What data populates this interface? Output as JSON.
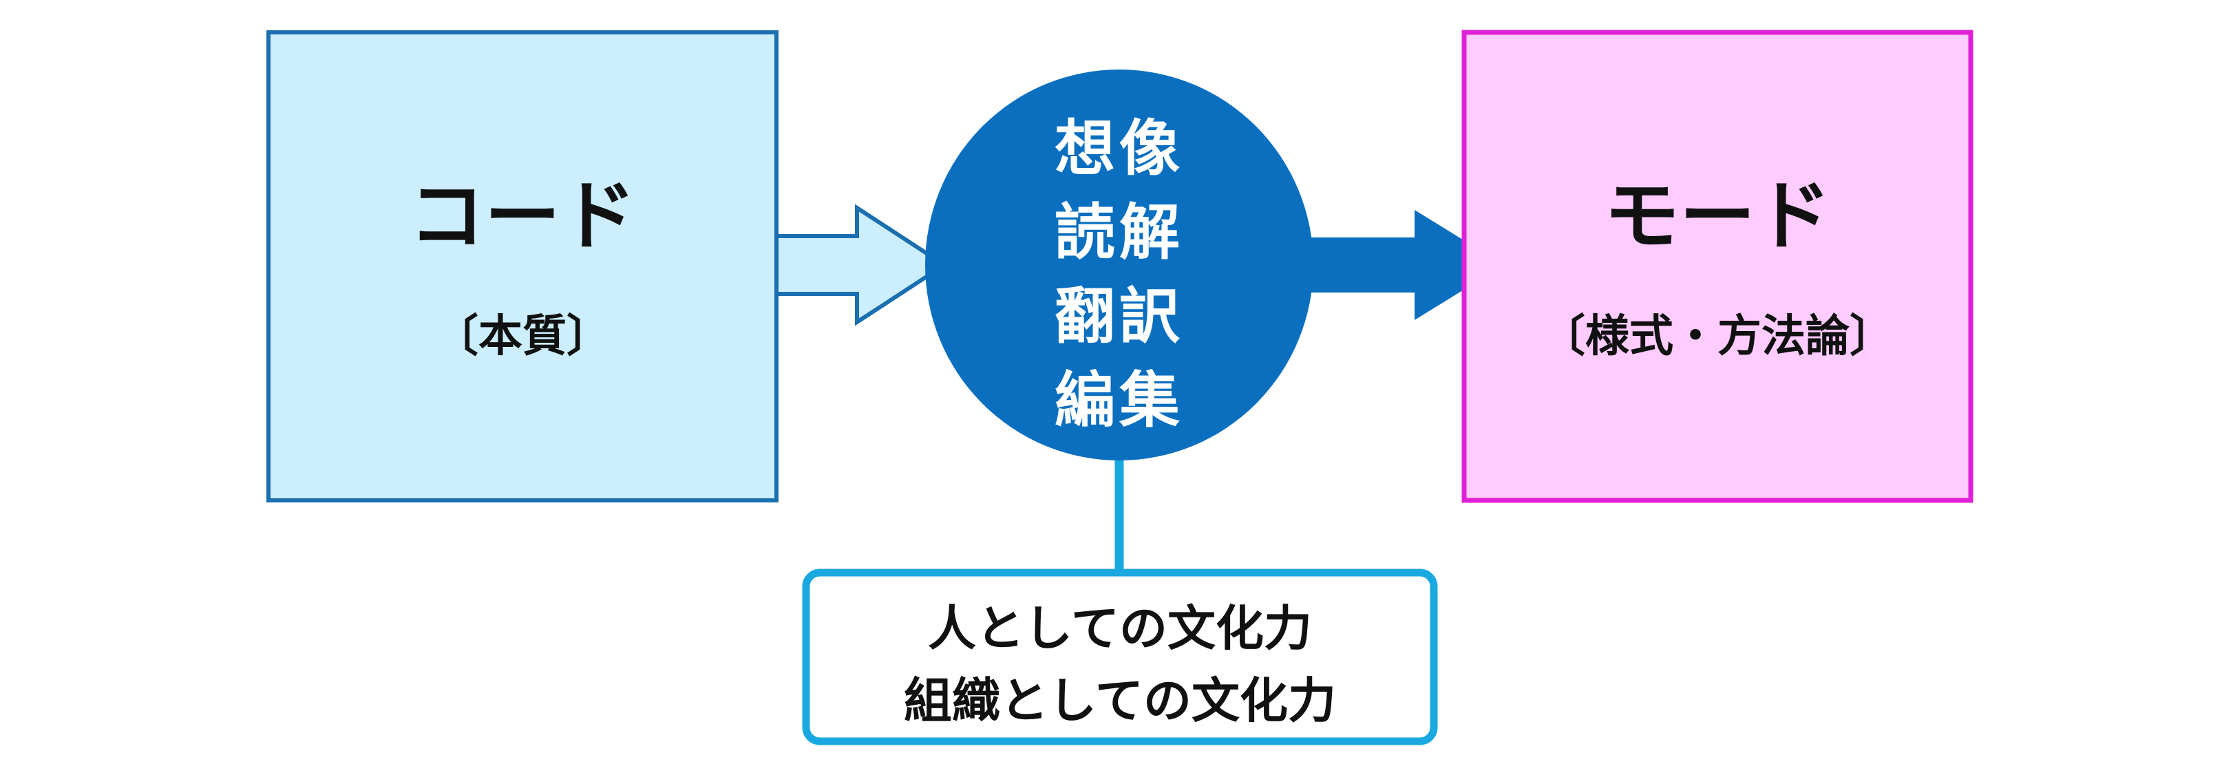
{
  "diagram": {
    "code_box": {
      "title": "コード",
      "subtitle": "〔本質〕"
    },
    "mode_box": {
      "title": "モード",
      "subtitle": "〔様式・方法論〕"
    },
    "process_circle": {
      "lines": [
        "想像",
        "読解",
        "翻訳",
        "編集"
      ]
    },
    "culture_box": {
      "lines": [
        "人としての文化力",
        "組織としての文化力"
      ]
    },
    "colors": {
      "code_fill": "#cceeff",
      "code_stroke": "#1a6fb0",
      "mode_fill": "#ffccff",
      "mode_stroke": "#e020d8",
      "circle_fill": "#0b6fc0",
      "left_arrow_fill": "#cceeff",
      "left_arrow_stroke": "#1a6fb0",
      "right_arrow_fill": "#0b6fc0",
      "culture_stroke": "#1aa8e0",
      "connector": "#1aa8e0",
      "text_dark": "#111111",
      "text_light": "#ffffff"
    }
  }
}
